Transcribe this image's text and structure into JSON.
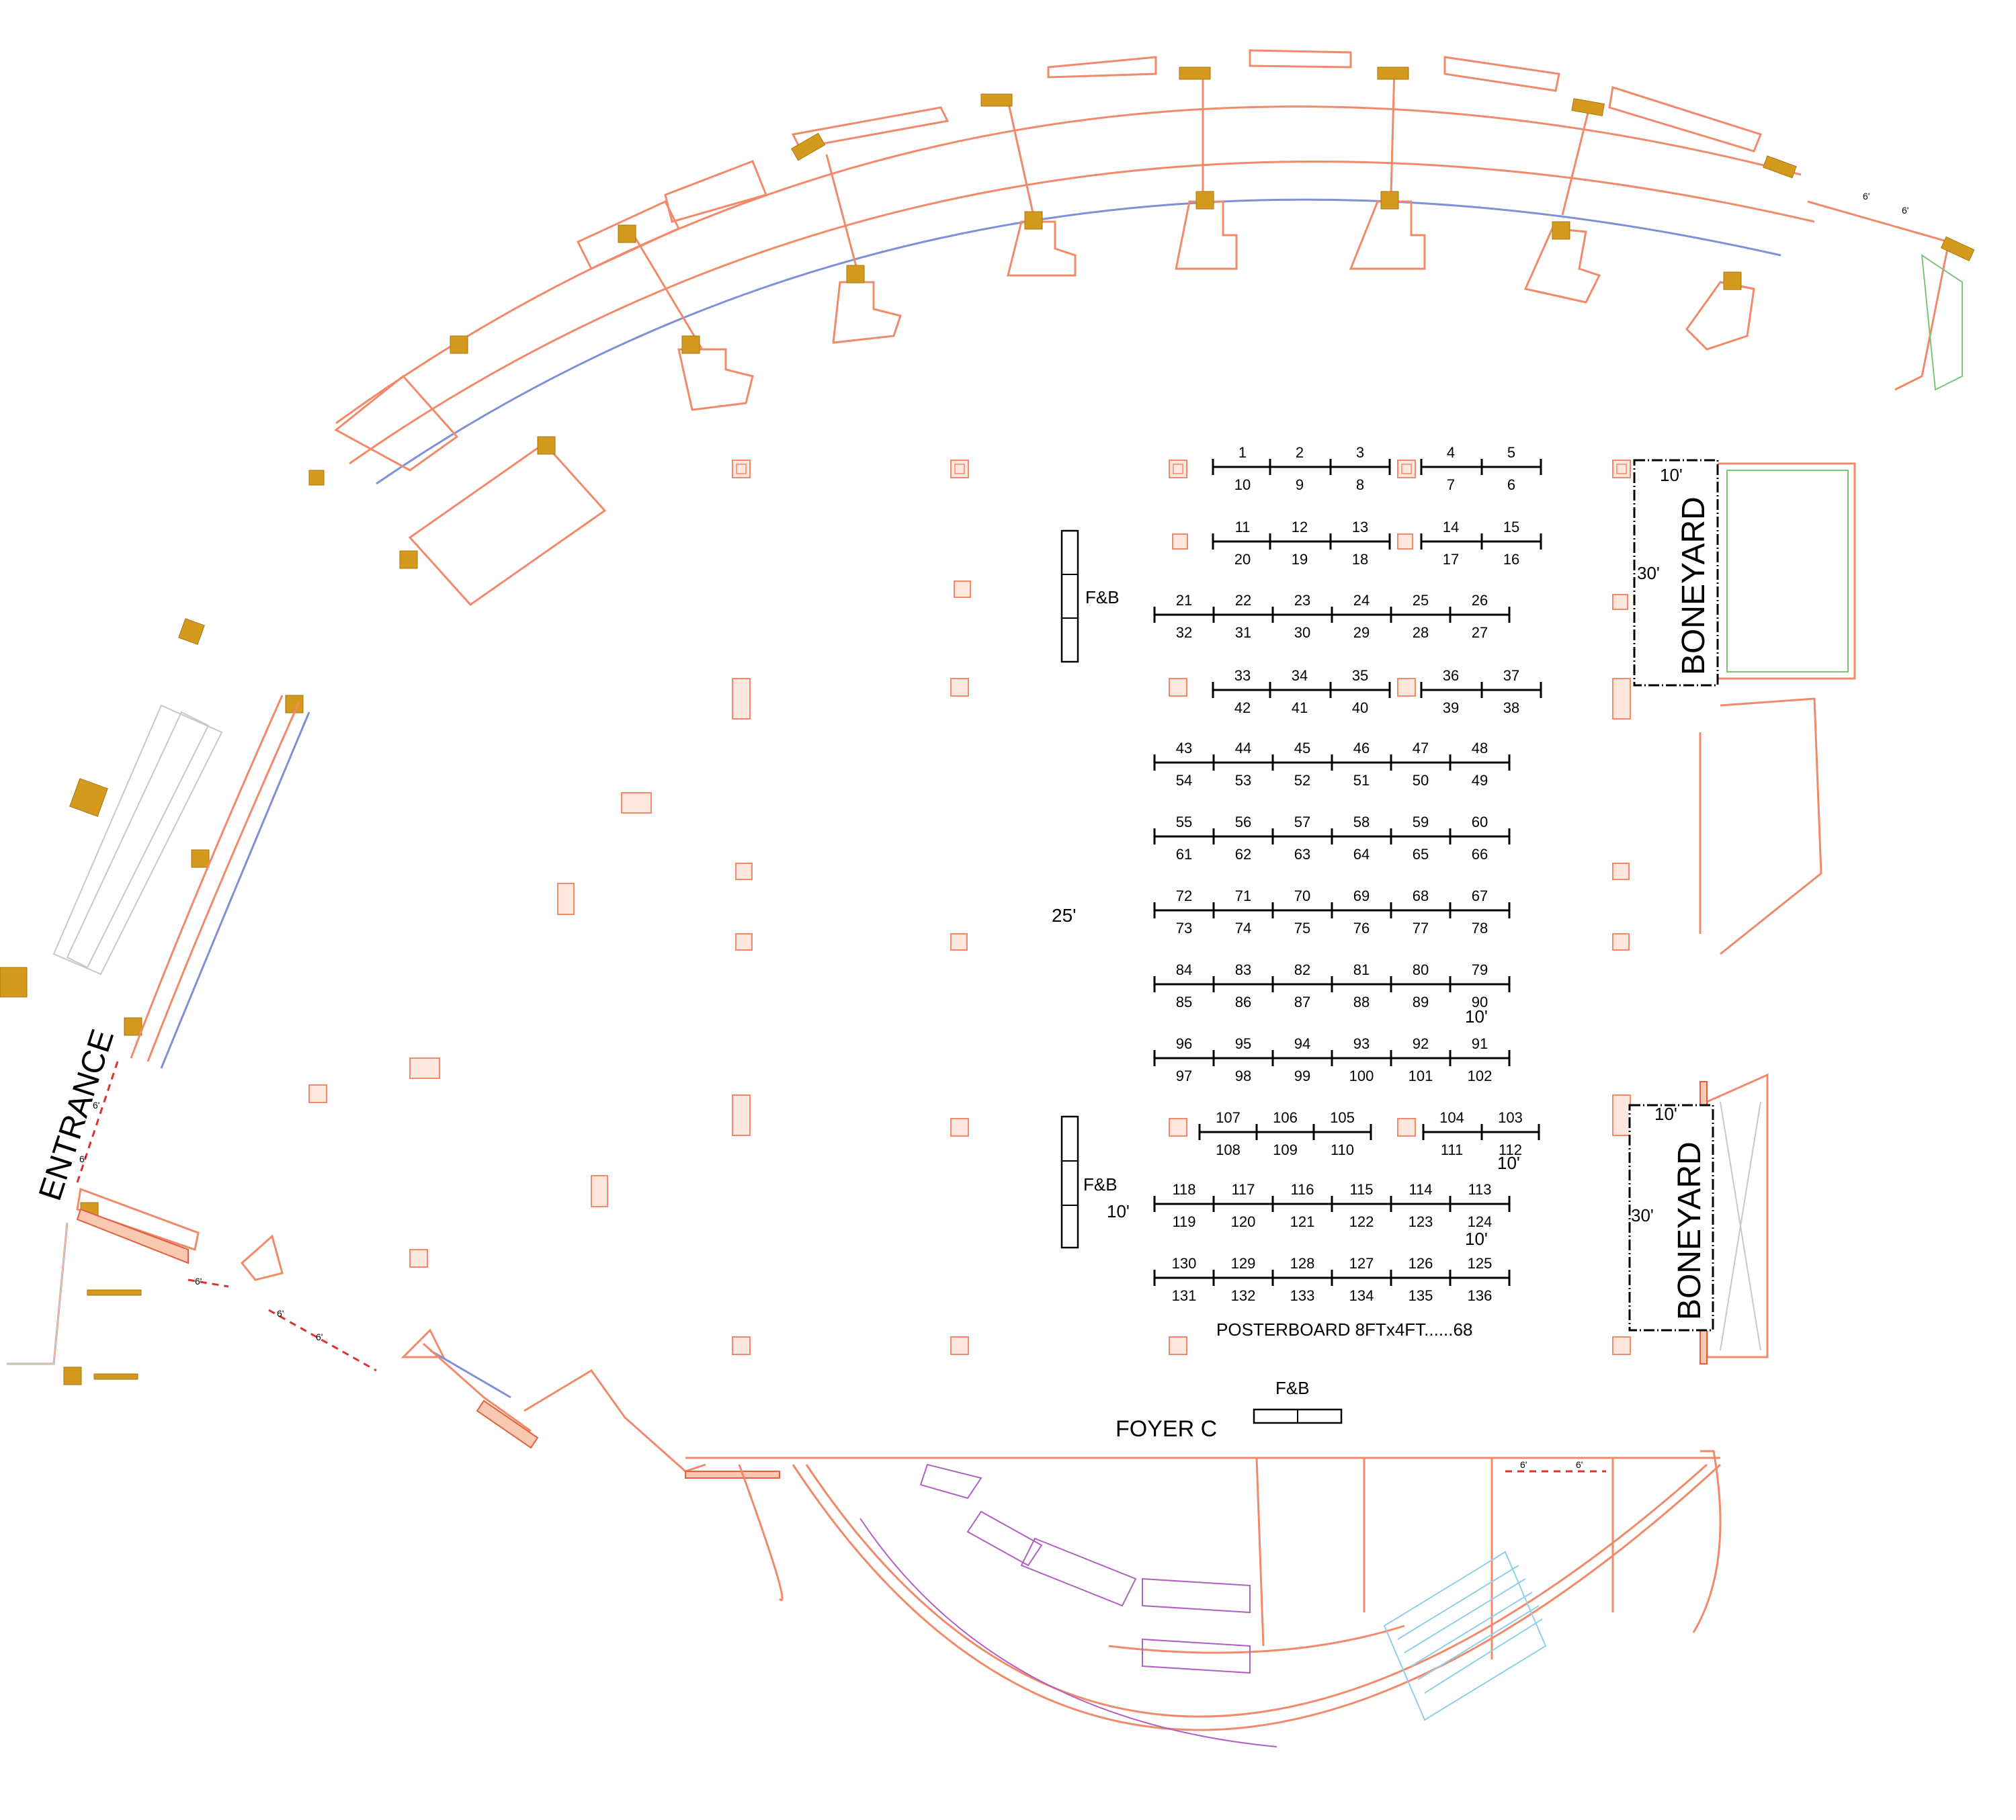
{
  "labels": {
    "entrance": "ENTRANCE",
    "foyer": "FOYER C",
    "boneyard_top": "BONEYARD",
    "boneyard_bottom": "BONEYARD",
    "posterboard": "POSTERBOARD 8FTx4FT......68",
    "fb_left_top": "F&B",
    "fb_left_bottom": "F&B",
    "fb_foyer": "F&B",
    "dim_25": "25'",
    "dim_10_left": "10'",
    "dim_10_a": "10'",
    "dim_10_b": "10'",
    "dim_10_c": "10'",
    "boneyard_top_10": "10'",
    "boneyard_top_30": "30'",
    "boneyard_bottom_10": "10'",
    "boneyard_bottom_30": "30'",
    "door_6a": "6'",
    "door_6b": "6'",
    "door_6c": "6'",
    "door_6d": "6'",
    "door_6e": "6'",
    "door_6f": "6'",
    "door_6g": "6'",
    "door_6h": "6'",
    "door_6i": "6'"
  },
  "booth_rows": [
    {
      "top": [
        "1",
        "2",
        "3",
        "4",
        "5"
      ],
      "bottom": [
        "10",
        "9",
        "8",
        "7",
        "6"
      ]
    },
    {
      "top": [
        "11",
        "12",
        "13",
        "14",
        "15"
      ],
      "bottom": [
        "20",
        "19",
        "18",
        "17",
        "16"
      ]
    },
    {
      "top": [
        "21",
        "22",
        "23",
        "24",
        "25",
        "26"
      ],
      "bottom": [
        "32",
        "31",
        "30",
        "29",
        "28",
        "27"
      ]
    },
    {
      "top": [
        "33",
        "34",
        "35",
        "36",
        "37"
      ],
      "bottom": [
        "42",
        "41",
        "40",
        "39",
        "38"
      ]
    },
    {
      "top": [
        "43",
        "44",
        "45",
        "46",
        "47",
        "48"
      ],
      "bottom": [
        "54",
        "53",
        "52",
        "51",
        "50",
        "49"
      ]
    },
    {
      "top": [
        "55",
        "56",
        "57",
        "58",
        "59",
        "60"
      ],
      "bottom": [
        "61",
        "62",
        "63",
        "64",
        "65",
        "66"
      ]
    },
    {
      "top": [
        "72",
        "71",
        "70",
        "69",
        "68",
        "67"
      ],
      "bottom": [
        "73",
        "74",
        "75",
        "76",
        "77",
        "78"
      ]
    },
    {
      "top": [
        "84",
        "83",
        "82",
        "81",
        "80",
        "79"
      ],
      "bottom": [
        "85",
        "86",
        "87",
        "88",
        "89",
        "90"
      ]
    },
    {
      "top": [
        "96",
        "95",
        "94",
        "93",
        "92",
        "91"
      ],
      "bottom": [
        "97",
        "98",
        "99",
        "100",
        "101",
        "102"
      ]
    },
    {
      "top": [
        "107",
        "106",
        "105",
        "104",
        "103"
      ],
      "bottom": [
        "108",
        "109",
        "110",
        "111",
        "112"
      ]
    },
    {
      "top": [
        "118",
        "117",
        "116",
        "115",
        "114",
        "113"
      ],
      "bottom": [
        "119",
        "120",
        "121",
        "122",
        "123",
        "124"
      ]
    },
    {
      "top": [
        "130",
        "129",
        "128",
        "127",
        "126",
        "125"
      ],
      "bottom": [
        "131",
        "132",
        "133",
        "134",
        "135",
        "136"
      ]
    }
  ],
  "colors": {
    "wall": "#f08a6a",
    "glass": "#7f90d8",
    "pillar_gold": "#d49a1e",
    "booth": "#000000",
    "restroom_fixtures": "#b060c0",
    "stairs": "#8fd0e8",
    "kitchen": "#7cc47a"
  }
}
